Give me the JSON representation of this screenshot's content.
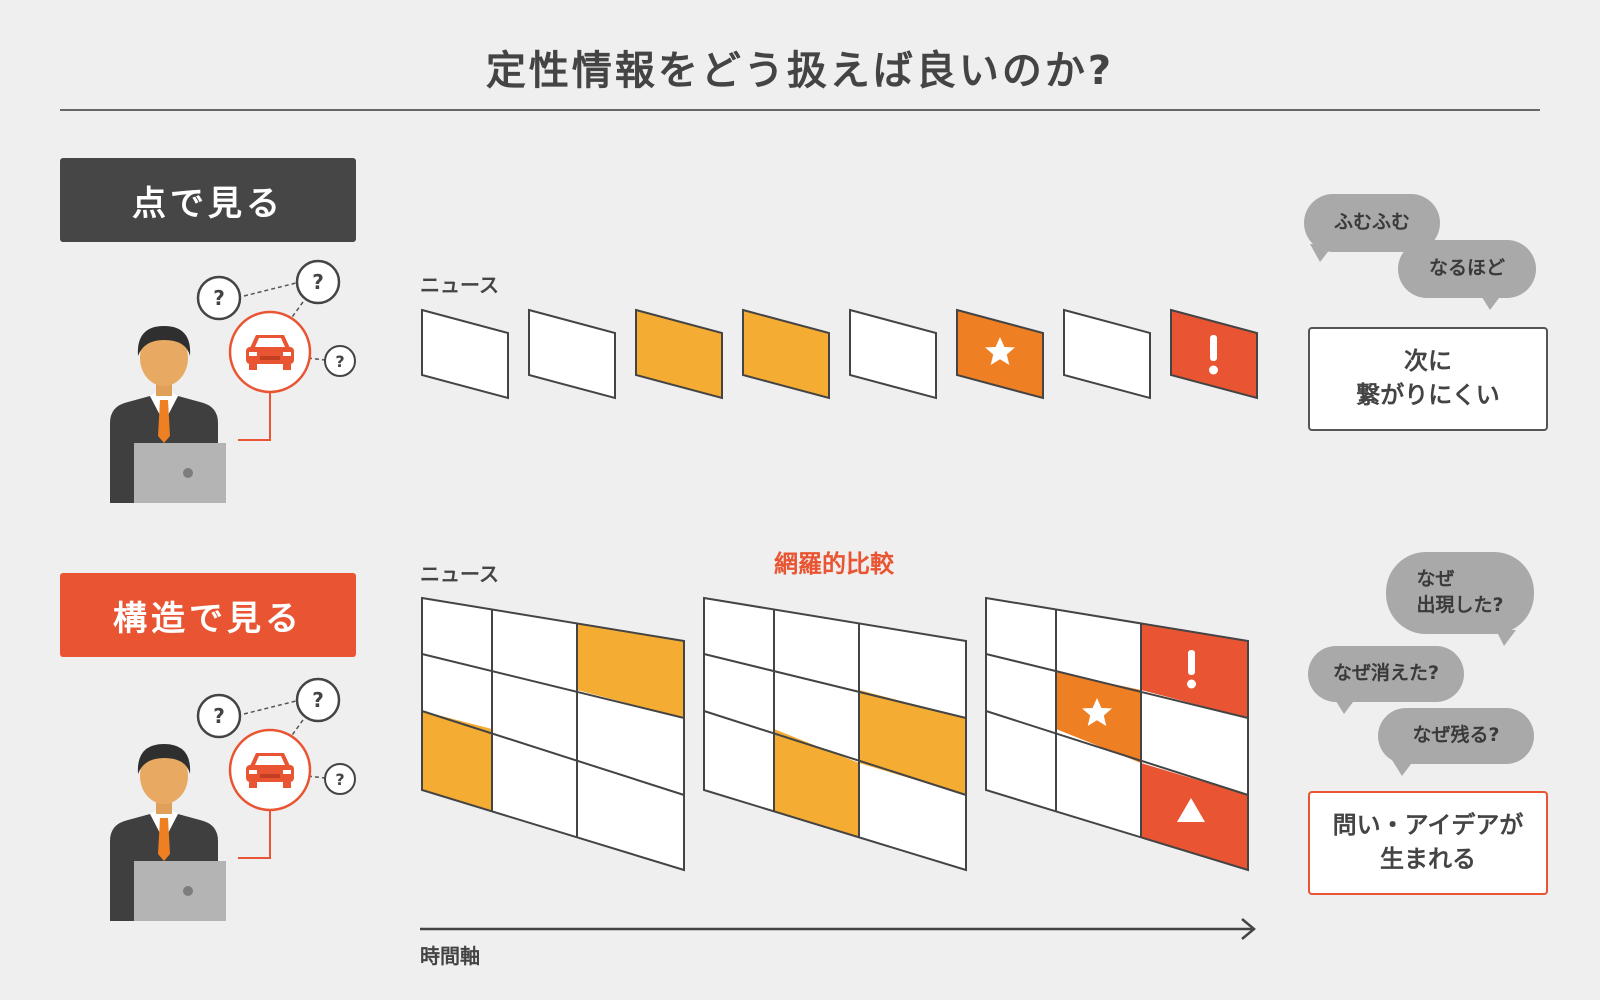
{
  "title": "定性情報をどう扱えば良いのか?",
  "sections": {
    "point": {
      "label": "点で見る",
      "news_label": "ニュース",
      "bubbles": [
        "ふむふむ",
        "なるほど"
      ],
      "result": [
        "次に",
        "繋がりにくい"
      ]
    },
    "structure": {
      "label": "構造で見る",
      "news_label": "ニュース",
      "compare_label": "網羅的比較",
      "bubbles": [
        "なぜ",
        "出現した?",
        "なぜ消えた?",
        "なぜ残る?"
      ],
      "result": [
        "問い・アイデアが",
        "生まれる"
      ]
    }
  },
  "axis_label": "時間軸",
  "question_mark": "?",
  "colors": {
    "dark": "#464646",
    "accent_red": "#e95532",
    "orange_light": "#f4ac33",
    "orange_dark": "#ee7f22",
    "gray_bubble": "#a9a9a9",
    "background": "#efefef"
  }
}
